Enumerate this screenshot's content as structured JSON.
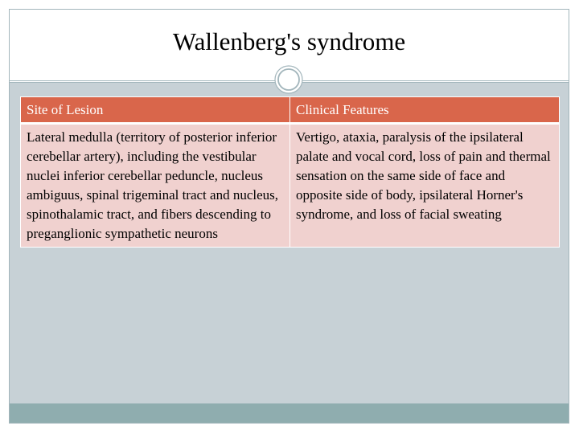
{
  "slide": {
    "title": "Wallenberg's syndrome"
  },
  "table": {
    "headers": [
      "Site of Lesion",
      "Clinical Features"
    ],
    "rows": [
      [
        "Lateral medulla (territory of posterior inferior cerebellar artery), including the vestibular nuclei inferior cerebellar peduncle, nucleus ambiguus, spinal trigeminal tract and nucleus, spinothalamic tract, and fibers descending to preganglionic sympathetic neurons",
        "Vertigo, ataxia, paralysis of the ipsilateral palate and vocal cord, loss of pain and thermal sensation on the same side of face and opposite side of body, ipsilateral Horner's syndrome, and loss of facial sweating"
      ]
    ]
  },
  "colors": {
    "header_fill": "#d9664b",
    "body_fill": "#f0d1cf",
    "background": "#c7d1d6",
    "bottom_band": "#8fadaf"
  },
  "icons": {
    "ornament": "ring-ornament-icon"
  }
}
